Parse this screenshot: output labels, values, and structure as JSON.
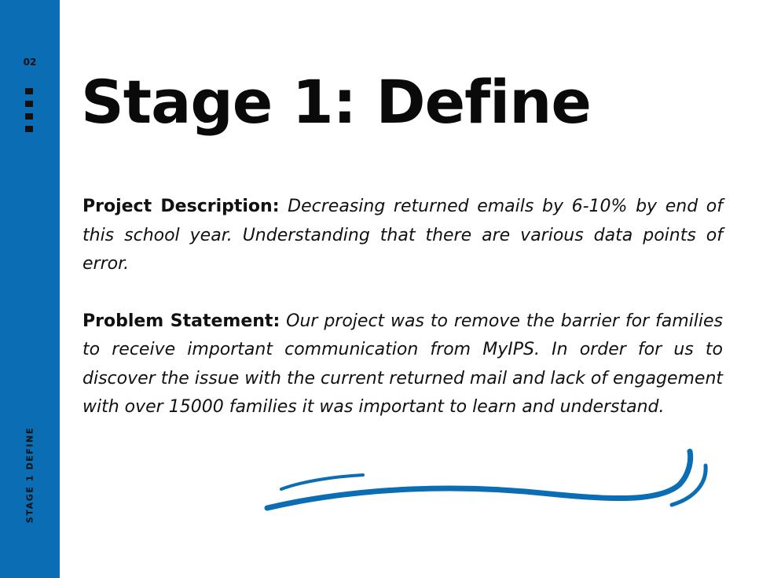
{
  "sidebar": {
    "page_number": "02",
    "section_label": "STAGE 1 DEFINE"
  },
  "slide": {
    "title": "Stage 1: Define",
    "project_description": {
      "label": "Project Description:",
      "text": "Decreasing returned emails by 6-10% by end of this school year. Understanding that there are various data points of error."
    },
    "problem_statement": {
      "label": "Problem Statement:",
      "text": "Our project was to remove the barrier for families to receive important communication from MyIPS. In order for us to discover the issue with the current returned mail and lack of engagement with over 15000 families it was important to learn and understand."
    }
  },
  "colors": {
    "accent": "#0b6db3",
    "text": "#111111",
    "background": "#ffffff"
  },
  "icons": {
    "dots": "vertical-dots-icon",
    "decoration": "brush-swoosh"
  }
}
